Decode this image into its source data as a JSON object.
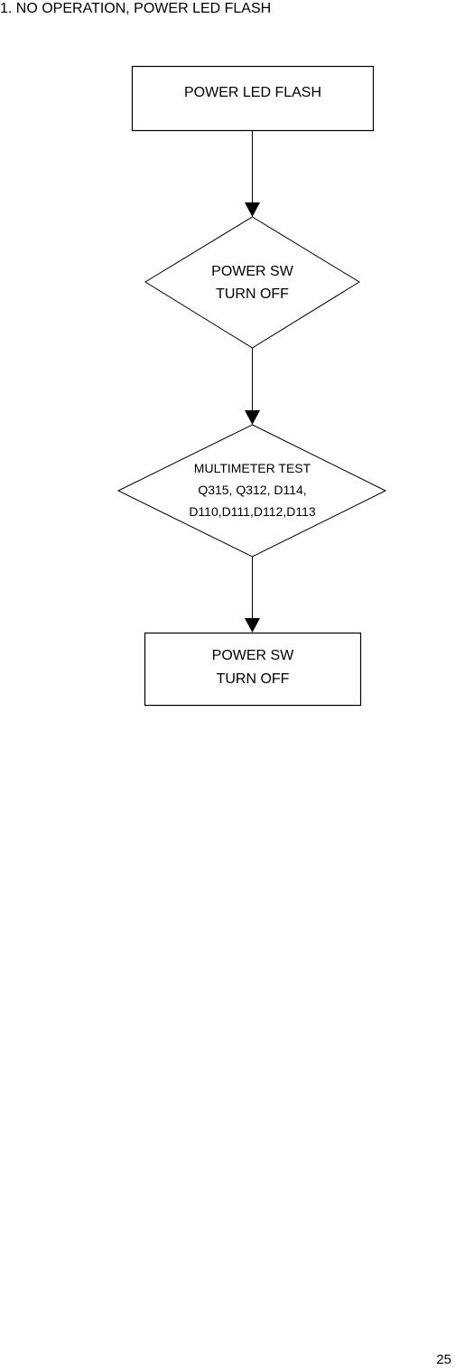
{
  "heading": "1. NO OPERATION, POWER LED FLASH",
  "flowchart": {
    "nodes": [
      {
        "id": "start",
        "shape": "rectangle",
        "lines": [
          "POWER LED FLASH"
        ]
      },
      {
        "id": "check-power-sw",
        "shape": "diamond",
        "lines": [
          "POWER SW",
          "TURN OFF"
        ]
      },
      {
        "id": "multimeter-test",
        "shape": "diamond",
        "lines": [
          "MULTIMETER TEST",
          "Q315, Q312, D114,",
          "D110,D111,D112,D113"
        ]
      },
      {
        "id": "end",
        "shape": "rectangle",
        "lines": [
          "POWER SW",
          "TURN OFF"
        ]
      }
    ],
    "edges": [
      {
        "from": "start",
        "to": "check-power-sw"
      },
      {
        "from": "check-power-sw",
        "to": "multimeter-test"
      },
      {
        "from": "multimeter-test",
        "to": "end"
      }
    ]
  },
  "page_number": "25"
}
